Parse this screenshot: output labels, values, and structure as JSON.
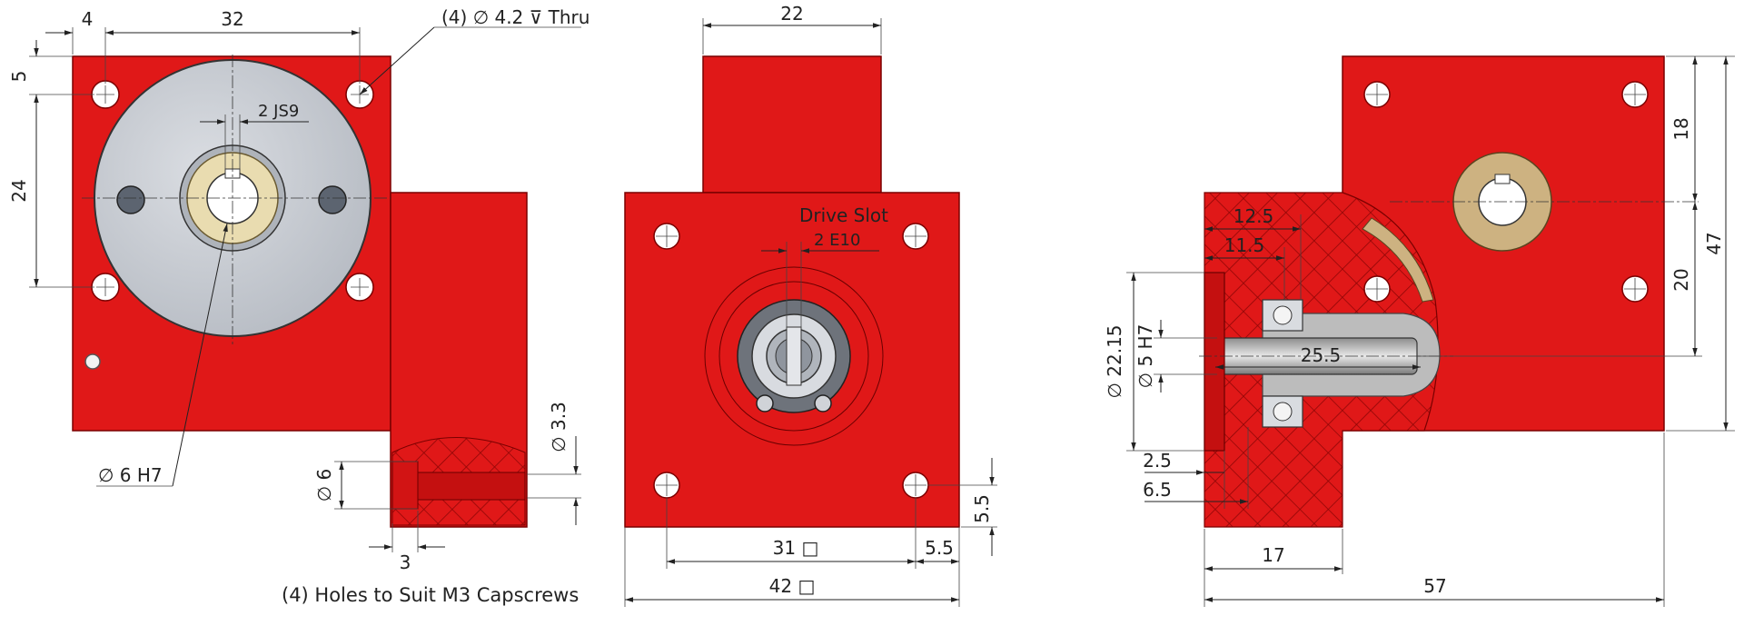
{
  "colors": {
    "body": "#e01818",
    "body_dark": "#b80e0e",
    "cover": "#c9cdd3",
    "bronze": "#e9dcb0",
    "brass": "#cdb281",
    "dimension": "#222222"
  },
  "views": {
    "front": {
      "callout_holes": "(4) ∅ 4.2 ⊽ Thru",
      "w_4": "4",
      "w_32": "32",
      "h_5": "5",
      "h_24": "24",
      "key": "2 JS9",
      "bore": "∅ 6 H7",
      "dia_33": "∅ 3.3",
      "dia_6": "∅ 6",
      "depth_3": "3",
      "caption": "(4) Holes to Suit M3 Capscrews"
    },
    "middle": {
      "w_22": "22",
      "drive_slot": "Drive Slot",
      "slot_fit": "2 E10",
      "sq_31": "31 □",
      "off_55h": "5.5",
      "off_55v": "5.5",
      "sq_42": "42 □"
    },
    "side": {
      "d_125": "12.5",
      "d_115": "11.5",
      "d_255": "25.5",
      "dia_2215": "∅ 22.15",
      "dia_5": "∅ 5 H7",
      "d_25": "2.5",
      "d_65": "6.5",
      "d_17": "17",
      "d_57": "57",
      "h_18": "18",
      "h_20": "20",
      "h_47": "47"
    }
  }
}
